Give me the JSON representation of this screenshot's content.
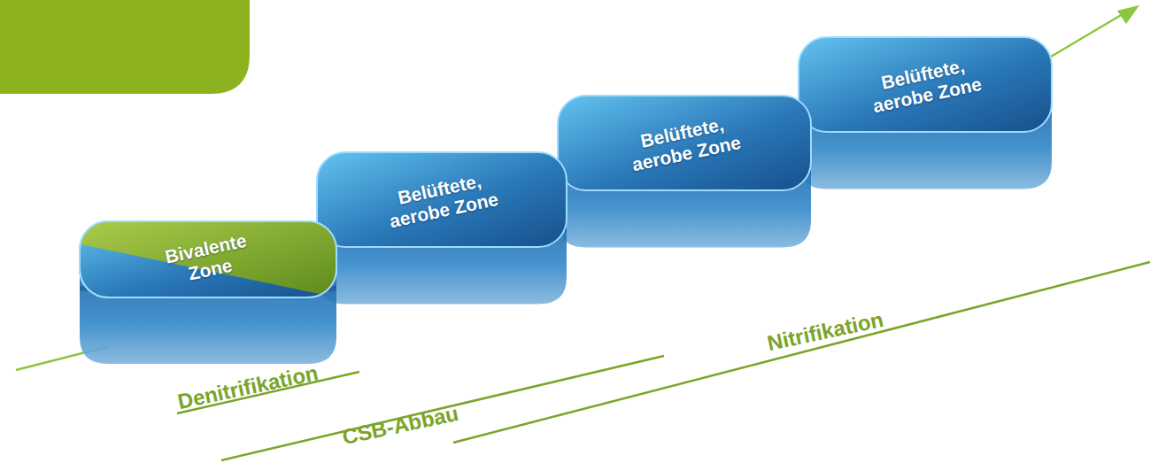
{
  "diagram": {
    "nodes": [
      {
        "text": [
          "Bivalente Zone"
        ]
      },
      {
        "text": [
          "Belüftete, aerobe Zone"
        ]
      },
      {
        "text": [
          "Belüftete, aerobe Zone"
        ]
      },
      {
        "text": [
          "Belüftete, aerobe Zone"
        ]
      }
    ],
    "edges": [
      {
        "from": 0,
        "to": 1,
        "arrow": "none"
      },
      {
        "from": 1,
        "to": 2,
        "arrow": "none"
      },
      {
        "from": 2,
        "to": 3,
        "arrow": "none"
      }
    ],
    "labels": [
      "Denitrifikation",
      "CSB-Abbau",
      "Nitrifikation"
    ]
  }
}
